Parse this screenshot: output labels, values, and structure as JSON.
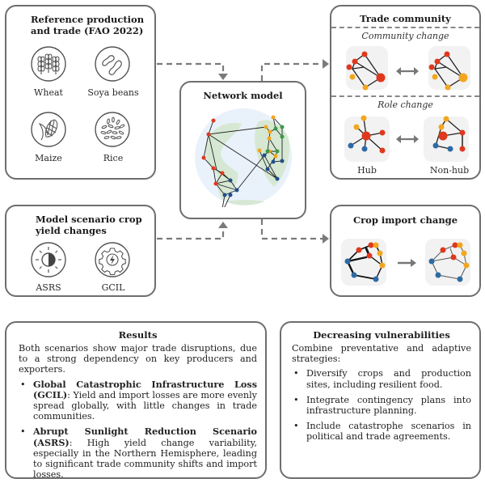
{
  "reference": {
    "title_line1": "Reference production",
    "title_line2": "and trade (FAO 2022)",
    "crops": [
      {
        "label": "Wheat",
        "icon": "wheat-icon"
      },
      {
        "label": "Soya beans",
        "icon": "soya-beans-icon"
      },
      {
        "label": "Maize",
        "icon": "maize-icon"
      },
      {
        "label": "Rice",
        "icon": "rice-icon"
      }
    ]
  },
  "scenario": {
    "title_line1": "Model scenario crop",
    "title_line2": "yield changes",
    "items": [
      {
        "label": "ASRS",
        "icon": "sun-half-icon"
      },
      {
        "label": "GCIL",
        "icon": "gear-lightning-icon"
      }
    ]
  },
  "network": {
    "title": "Network model"
  },
  "trade": {
    "title": "Trade community",
    "community_change_label": "Community change",
    "role_change_label": "Role change",
    "hub_label": "Hub",
    "nonhub_label": "Non-hub"
  },
  "crop_import": {
    "title": "Crop import change"
  },
  "results": {
    "title": "Results",
    "intro": "Both scenarios show major trade disruptions, due to a strong dependency on key producers and exporters.",
    "bullets": [
      {
        "bold": "Global Catastrophic Infrastructure Loss (GCIL)",
        "text": ": Yield and import losses are more evenly spread globally, with little changes in trade communities."
      },
      {
        "bold": "Abrupt Sunlight Reduction Scenario (ASRS)",
        "text": ": High yield change variability, especially in the Northern Hemisphere, leading to significant trade community shifts and import losses."
      }
    ]
  },
  "vulnerabilities": {
    "title": "Decreasing vulnerabilities",
    "intro": "Combine preventative and adaptive strategies:",
    "bullets": [
      "Diversify crops and production sites, including resilient food.",
      "Integrate contingency plans into infrastructure planning.",
      "Include catastrophe scenarios in political and trade agreements."
    ]
  },
  "colors": {
    "border": "#6e6e6e",
    "arrow": "#7a7a7a",
    "node_red": "#e0381c",
    "node_orange": "#f2a61f",
    "node_blue": "#1f4e8c",
    "node_green": "#3a9a46",
    "globe_ocean": "#e9f1fa",
    "globe_land": "#d6e8d3"
  }
}
